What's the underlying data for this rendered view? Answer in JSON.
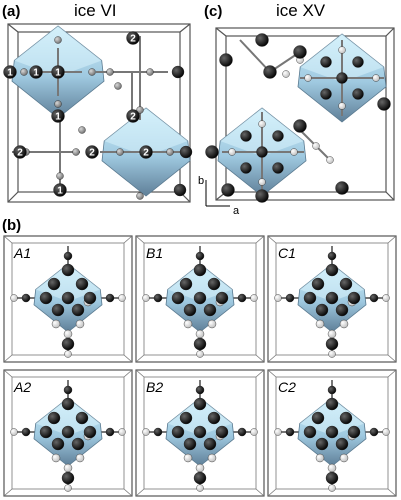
{
  "panels": {
    "a": {
      "label": "(a)",
      "title": "ice VI",
      "site_labels": [
        "1",
        "1",
        "1",
        "1",
        "2",
        "2",
        "2",
        "2",
        "2",
        "1"
      ]
    },
    "c": {
      "label": "(c)",
      "title": "ice XV"
    },
    "b": {
      "label": "(b)",
      "cells": [
        "A1",
        "B1",
        "C1",
        "A2",
        "B2",
        "C2"
      ]
    }
  },
  "axes": {
    "vertical": "b",
    "horizontal": "a"
  },
  "colors": {
    "polyhedron_light": "#bfe6f5",
    "polyhedron_dark": "#6f90a8",
    "oxygen": "#000000",
    "hydrogen_grey": "#8c8c8c",
    "hydrogen_white": "#f4f4f4",
    "frame": "#555555"
  }
}
